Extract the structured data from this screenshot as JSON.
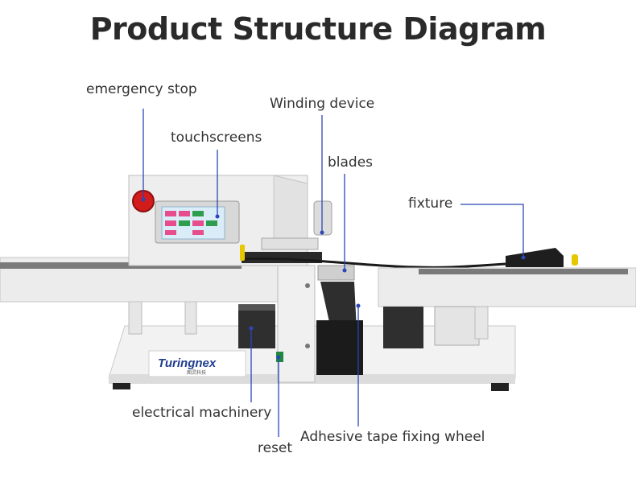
{
  "title": "Product Structure Diagram",
  "labels": {
    "emergency_stop": "emergency stop",
    "winding_device": "Winding device",
    "touchscreens": "touchscreens",
    "blades": "blades",
    "fixture": "fixture",
    "electrical_machinery": "electrical machinery",
    "reset": "reset",
    "adhesive_tape_fixing_wheel": "Adhesive tape fixing wheel"
  },
  "logo": {
    "brand": "Turingnex",
    "sub": "图灵科技"
  },
  "colors": {
    "leader": "#2b46b8",
    "title": "#2a2a2a",
    "emergency": "#d21b1b"
  }
}
